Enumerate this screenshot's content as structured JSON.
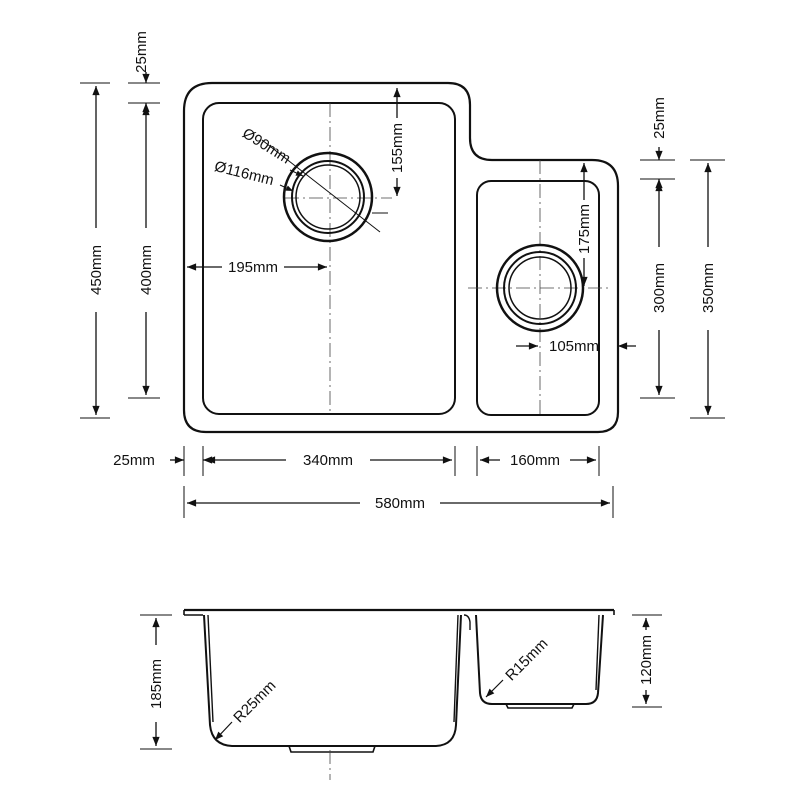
{
  "plan_view": {
    "dims": {
      "flange_top": "25mm",
      "overall_height": "450mm",
      "main_bowl_height": "400mm",
      "waste_offset_top": "155mm",
      "waste_inner_dia": "Ø90mm",
      "waste_outer_dia": "Ø116mm",
      "waste_offset_side": "195mm",
      "small_flange_top": "25mm",
      "small_waste_offset_top": "175mm",
      "small_bowl_height": "300mm",
      "small_overall_height": "350mm",
      "small_waste_offset_side": "105mm",
      "flange_side": "25mm",
      "main_bowl_width": "340mm",
      "small_bowl_width": "160mm",
      "overall_width": "580mm"
    }
  },
  "section_view": {
    "dims": {
      "main_depth": "185mm",
      "main_radius": "R25mm",
      "small_radius": "R15mm",
      "small_depth": "120mm"
    }
  }
}
